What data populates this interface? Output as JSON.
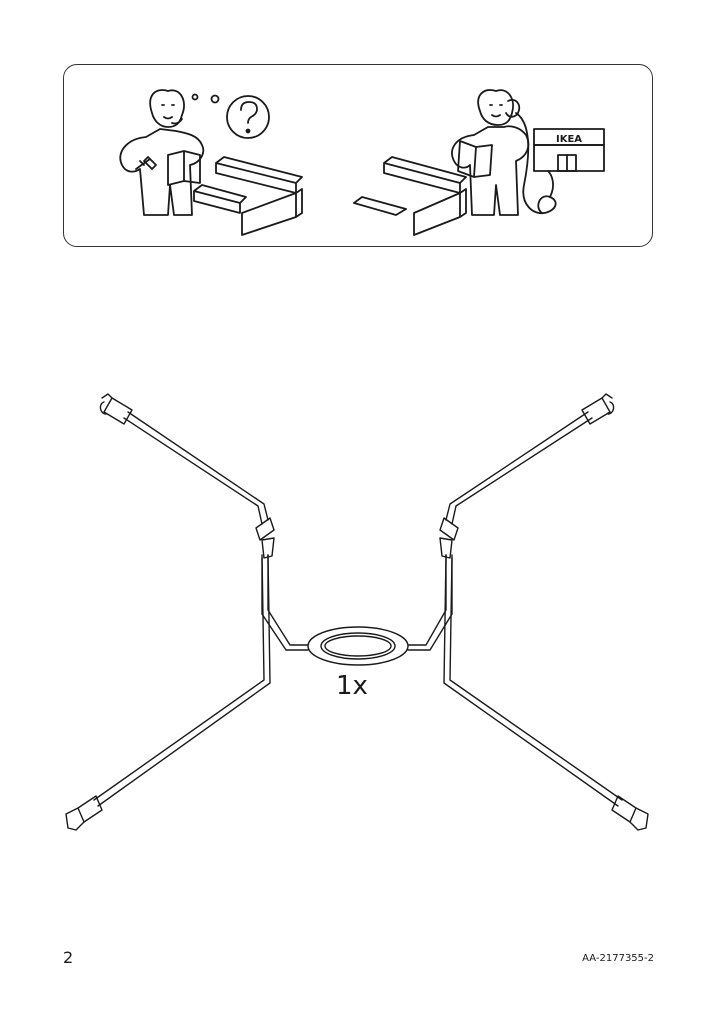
{
  "help_panel": {
    "store_sign": "IKEA"
  },
  "part": {
    "quantity": "1x"
  },
  "footer": {
    "page_number": "2",
    "document_code": "AA-2177355-2"
  }
}
